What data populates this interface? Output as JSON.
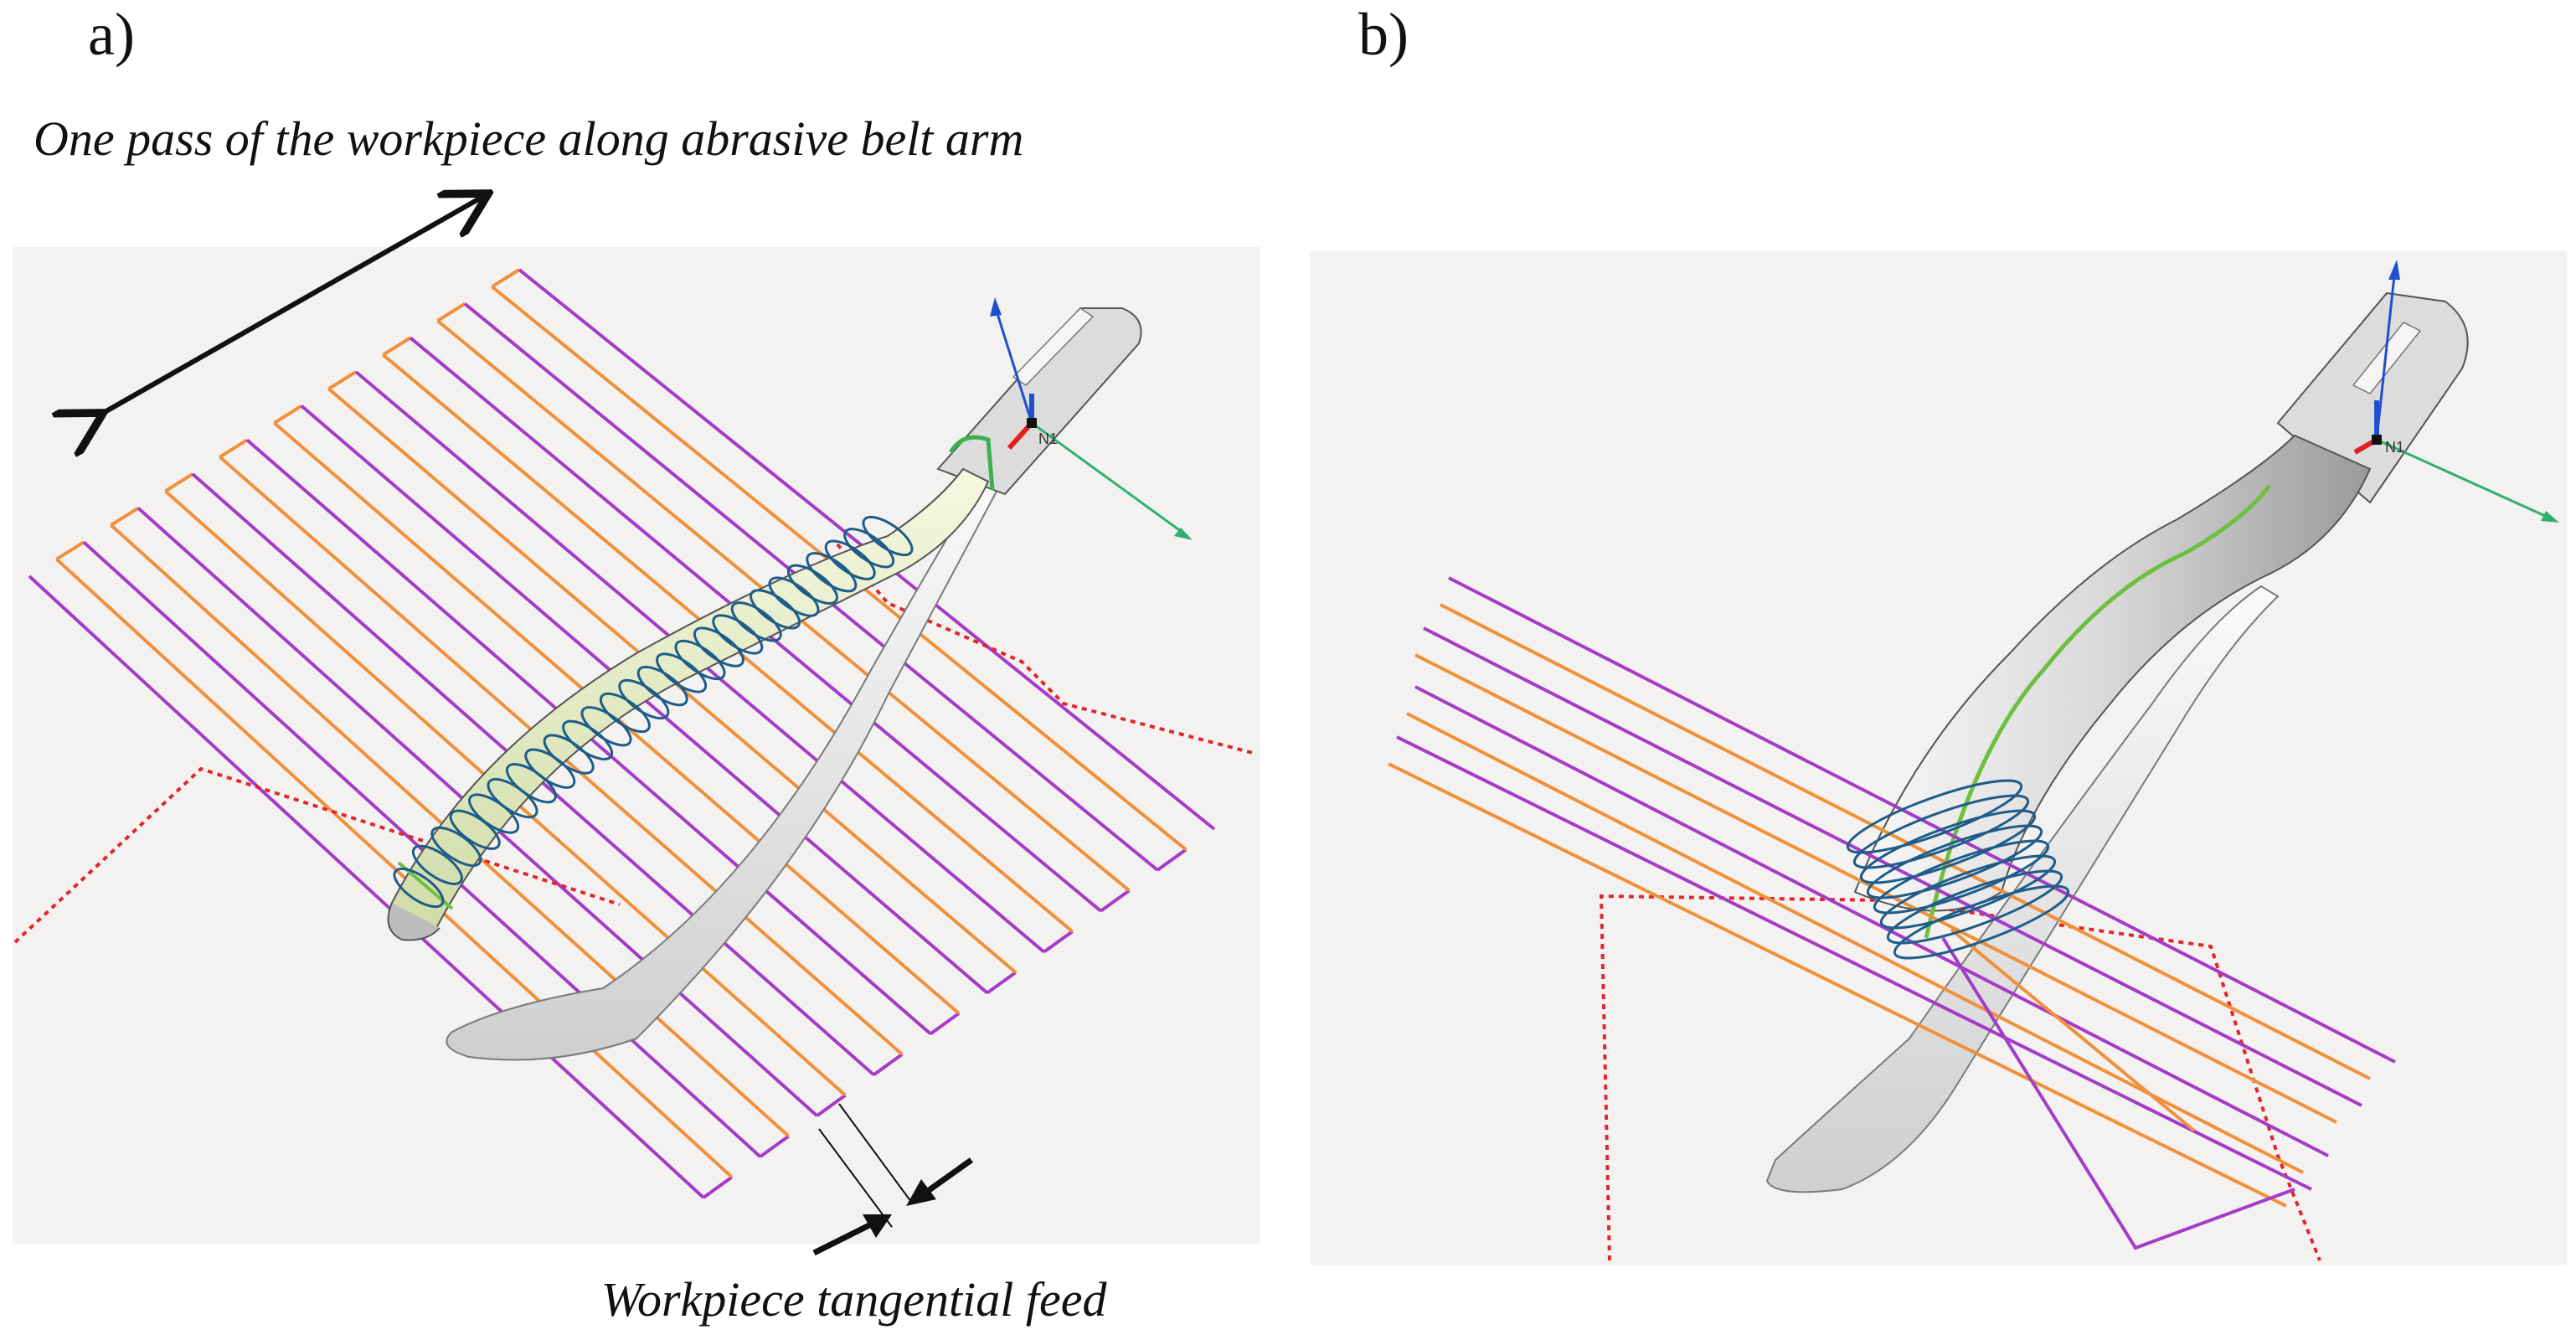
{
  "labels": {
    "panel_a": "a)",
    "panel_b": "b)",
    "pass_caption": "One pass of the workpiece along abrasive belt arm",
    "feed_caption": "Workpiece tangential feed",
    "csys_a": "N1",
    "csys_b": "N1"
  },
  "colors": {
    "viewport_bg": "#f4f2f0",
    "toolpath_orange": "#f0903a",
    "toolpath_purple": "#a43cc8",
    "rapid_red": "#e0282c",
    "contact_blue": "#1e5c8a",
    "green_curve": "#6cc040",
    "part_body": "#e2e2e2",
    "ground_zone": "#ecf4c8"
  },
  "icons": {
    "double_arrow": "double-headed-arrow-icon",
    "feed_arrows": "opposing-arrows-icon",
    "csys": "coordinate-system-icon"
  }
}
